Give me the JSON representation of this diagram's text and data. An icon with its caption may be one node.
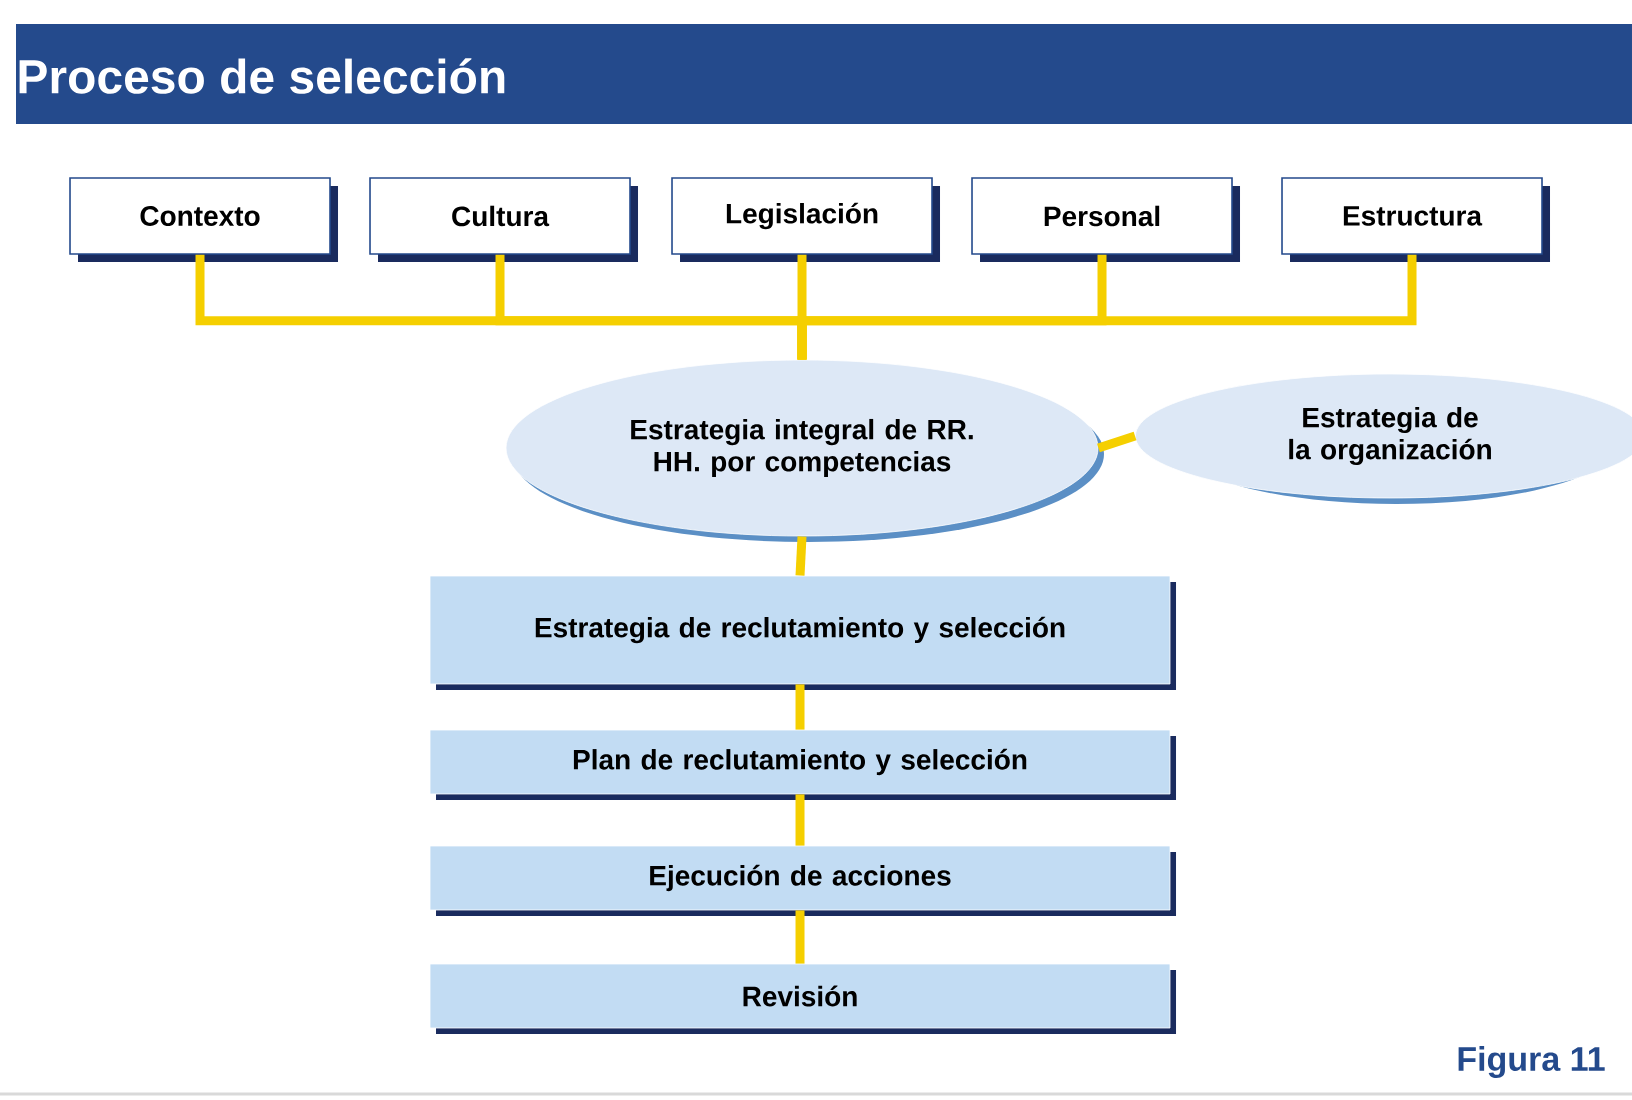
{
  "diagram": {
    "title": "Proceso de selección",
    "nodes": [
      {
        "text": [
          "Contexto"
        ]
      },
      {
        "text": [
          "Cultura"
        ]
      },
      {
        "text": [
          "Legislación"
        ]
      },
      {
        "text": [
          "Personal"
        ]
      },
      {
        "text": [
          "Estructura"
        ]
      },
      {
        "text": [
          "Estrategia integral de RR. HH. por competencias"
        ]
      },
      {
        "text": [
          "Estrategia de la organización"
        ]
      },
      {
        "text": [
          "Estrategia de reclutamiento y selección"
        ]
      },
      {
        "text": [
          "Plan de reclutamiento y selección"
        ]
      },
      {
        "text": [
          "Ejecución de acciones"
        ]
      },
      {
        "text": [
          "Revisión"
        ]
      }
    ],
    "edges": [
      {
        "from": 0,
        "to": 5,
        "arrow": "none"
      },
      {
        "from": 1,
        "to": 5,
        "arrow": "none"
      },
      {
        "from": 2,
        "to": 5,
        "arrow": "none"
      },
      {
        "from": 3,
        "to": 5,
        "arrow": "none"
      },
      {
        "from": 4,
        "to": 5,
        "arrow": "none"
      },
      {
        "from": 5,
        "to": 6,
        "arrow": "none"
      },
      {
        "from": 5,
        "to": 7,
        "arrow": "none"
      },
      {
        "from": 7,
        "to": 8,
        "arrow": "none"
      },
      {
        "from": 8,
        "to": 9,
        "arrow": "none"
      },
      {
        "from": 9,
        "to": 10,
        "arrow": "none"
      }
    ],
    "labels": [
      "Figura 11"
    ]
  }
}
